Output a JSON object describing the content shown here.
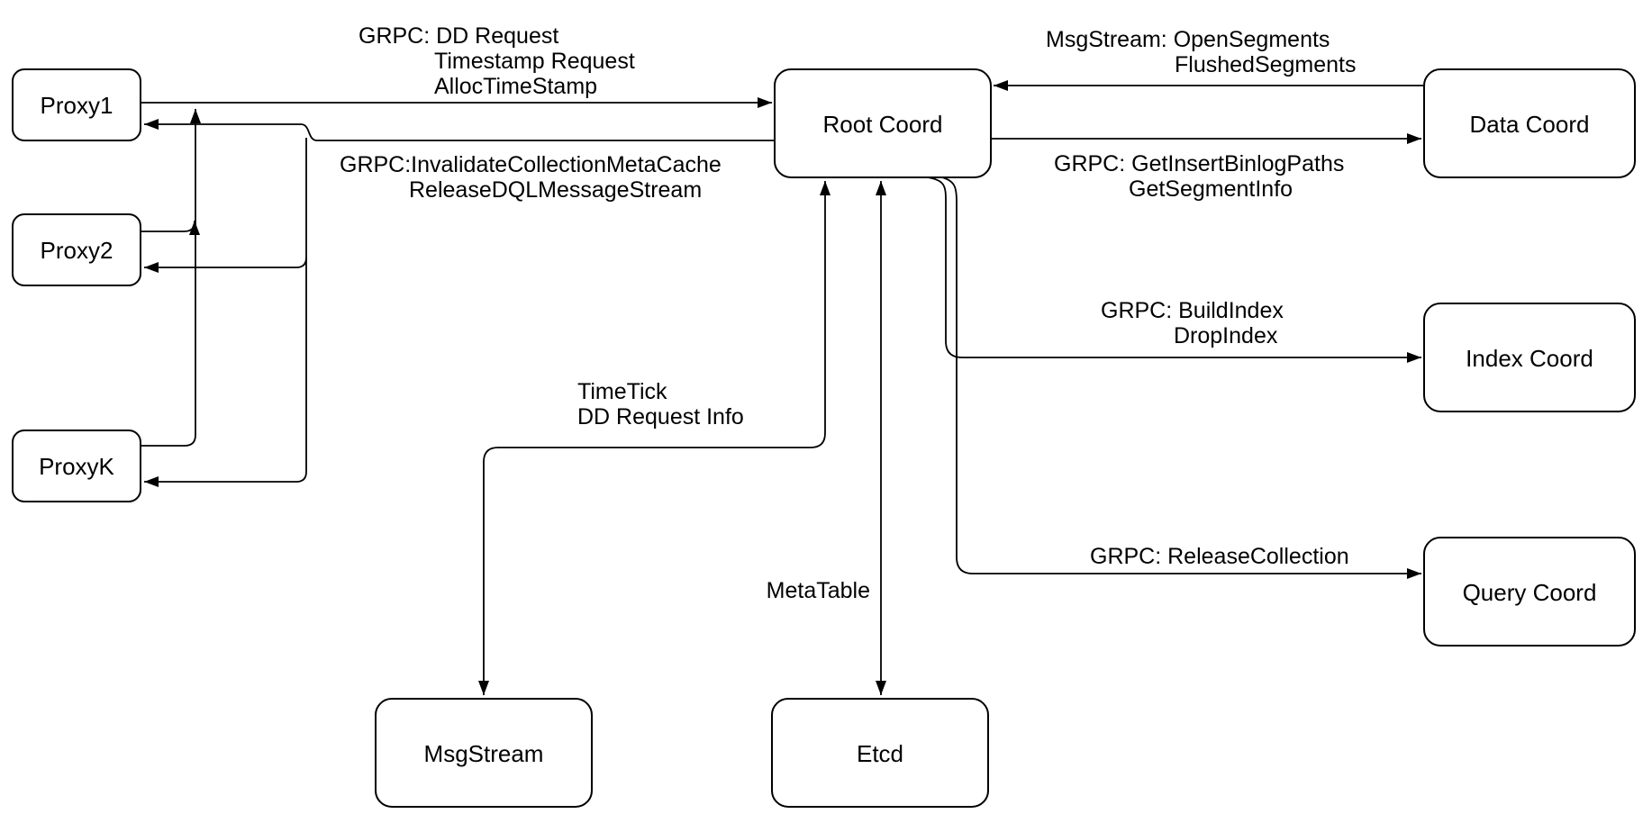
{
  "diagram": {
    "title": "Root Coord interactions diagram",
    "colors": {
      "stroke": "#000000",
      "node_fill": "#ffffff",
      "background": "#ffffff",
      "text": "#000000"
    },
    "nodes": {
      "proxy1": {
        "label": "Proxy1"
      },
      "proxy2": {
        "label": "Proxy2"
      },
      "proxyk": {
        "label": "ProxyK"
      },
      "root_coord": {
        "label": "Root Coord"
      },
      "data_coord": {
        "label": "Data Coord"
      },
      "index_coord": {
        "label": "Index Coord"
      },
      "query_coord": {
        "label": "Query Coord"
      },
      "msgstream": {
        "label": "MsgStream"
      },
      "etcd": {
        "label": "Etcd"
      }
    },
    "edge_labels": {
      "proxy_to_root": {
        "line1": "GRPC: DD Request",
        "line2": "Timestamp Request",
        "line3": "AllocTimeStamp"
      },
      "root_to_proxies": {
        "line1": "GRPC:InvalidateCollectionMetaCache",
        "line2": "ReleaseDQLMessageStream"
      },
      "data_to_root": {
        "line1": "MsgStream: OpenSegments",
        "line2": "FlushedSegments"
      },
      "root_to_data": {
        "line1": "GRPC: GetInsertBinlogPaths",
        "line2": "GetSegmentInfo"
      },
      "root_to_index": {
        "line1": "GRPC: BuildIndex",
        "line2": "DropIndex"
      },
      "root_to_query": {
        "line1": "GRPC: ReleaseCollection"
      },
      "root_to_msgstream": {
        "line1": "TimeTick",
        "line2": "DD Request Info"
      },
      "root_to_etcd": {
        "line1": "MetaTable"
      }
    }
  }
}
